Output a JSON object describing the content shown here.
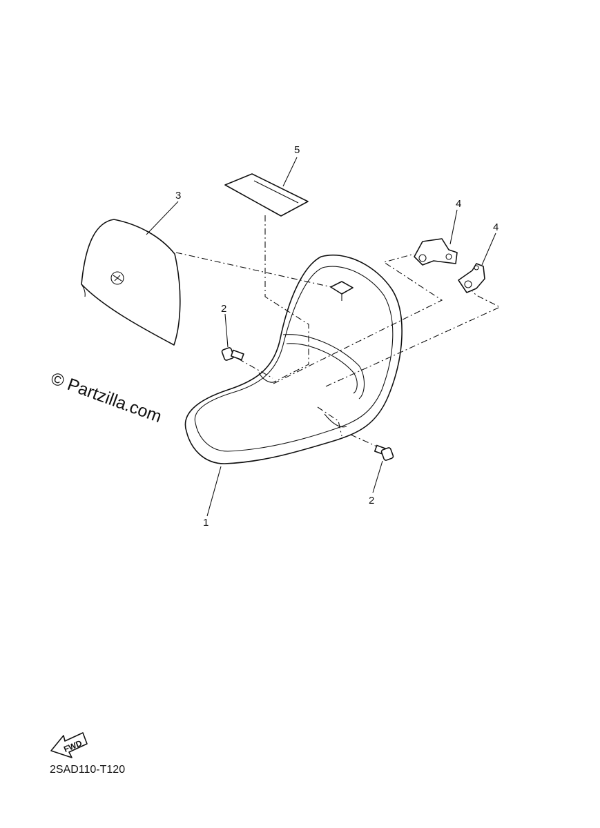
{
  "callouts": {
    "seat": "1",
    "bolt_left": "2",
    "bolt_right": "2",
    "seat_cover": "3",
    "bracket_left": "4",
    "bracket_right": "4",
    "label": "5"
  },
  "watermark": "© Partzilla.com",
  "fwd_badge": "FWD",
  "diagram_code": "2SAD110-T120"
}
